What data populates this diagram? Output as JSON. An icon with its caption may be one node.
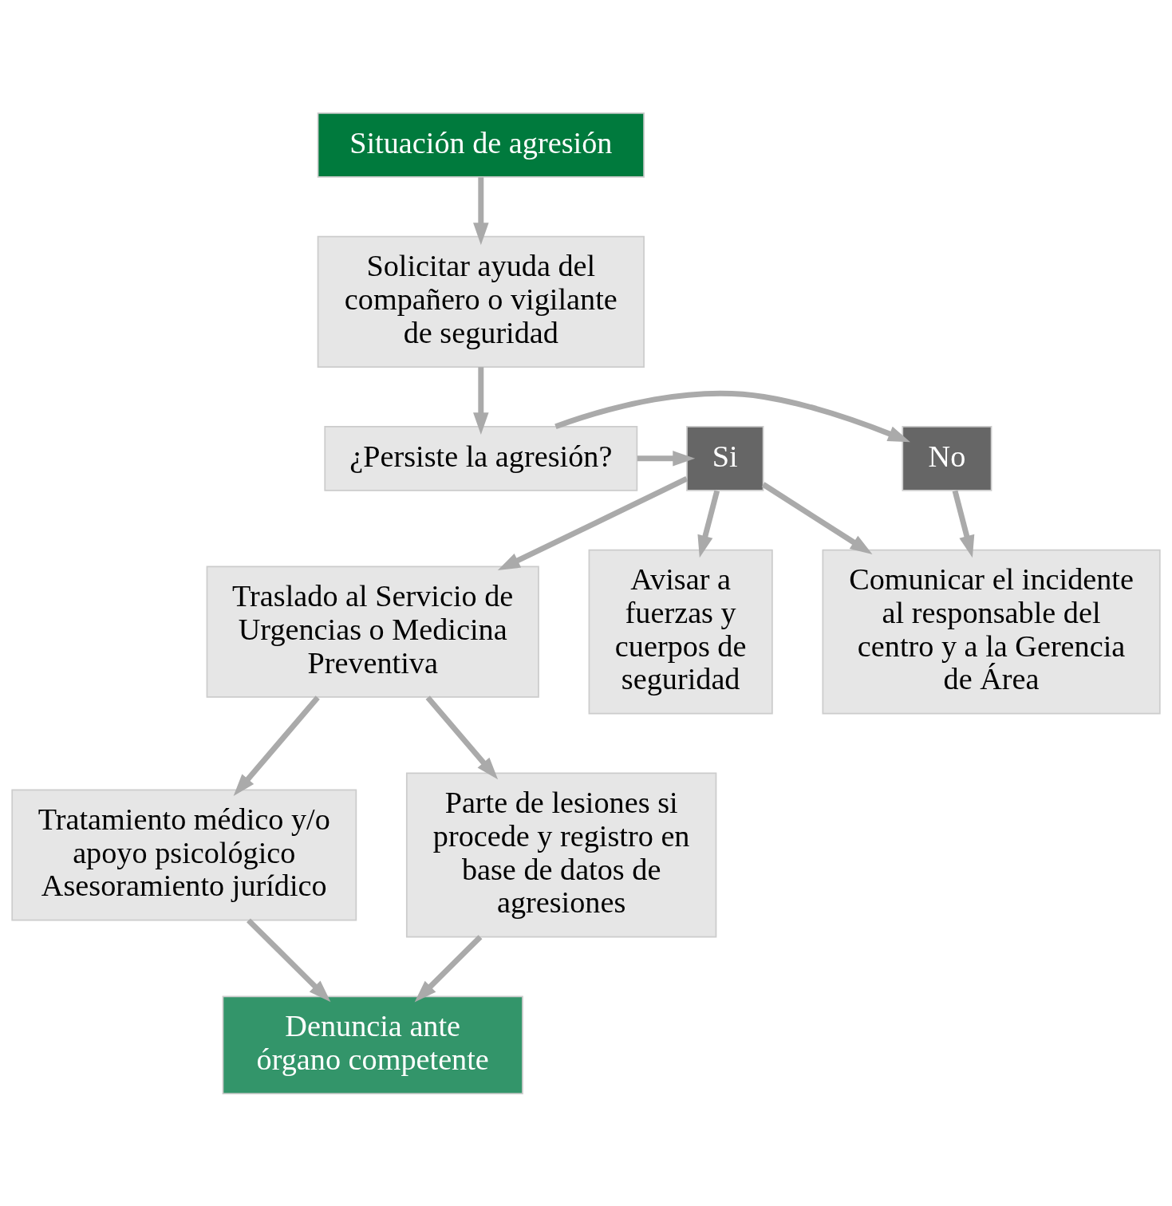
{
  "diagram": {
    "nodes": [
      {
        "text": [
          "Situación de agresión"
        ]
      },
      {
        "text": [
          "Solicitar ayuda del compañero o vigilante de seguridad"
        ]
      },
      {
        "text": [
          "¿Persiste la agresión?"
        ]
      },
      {
        "text": [
          "No"
        ]
      },
      {
        "text": [
          "Si"
        ]
      },
      {
        "text": [
          "Comunicar el incidente al responsable del centro y a la Gerencia de Área"
        ]
      },
      {
        "text": [
          "Traslado al Servicio de Urgencias o Medicina Preventiva"
        ]
      },
      {
        "text": [
          "Avisar a fuerzas y cuerpos de seguridad"
        ]
      },
      {
        "text": [
          "Tratamiento médico y/o apoyo psicológico Asesoramiento jurídico"
        ]
      },
      {
        "text": [
          "Parte de lesiones si procede y registro en base de datos de agresiones"
        ]
      },
      {
        "text": [
          "Denuncia ante órgano competente"
        ]
      }
    ],
    "edges": [
      {
        "from": 0,
        "to": 1,
        "arrow": "to"
      },
      {
        "from": 1,
        "to": 2,
        "arrow": "to"
      },
      {
        "from": 2,
        "to": 3,
        "arrow": "to"
      },
      {
        "from": 2,
        "to": 4,
        "arrow": "to"
      },
      {
        "from": 3,
        "to": 5,
        "arrow": "to"
      },
      {
        "from": 4,
        "to": 5,
        "arrow": "to"
      },
      {
        "from": 4,
        "to": 6,
        "arrow": "to"
      },
      {
        "from": 4,
        "to": 7,
        "arrow": "to"
      },
      {
        "from": 6,
        "to": 8,
        "arrow": "to"
      },
      {
        "from": 6,
        "to": 9,
        "arrow": "to"
      },
      {
        "from": 8,
        "to": 10,
        "arrow": "to"
      },
      {
        "from": 9,
        "to": 10,
        "arrow": "to"
      }
    ]
  }
}
